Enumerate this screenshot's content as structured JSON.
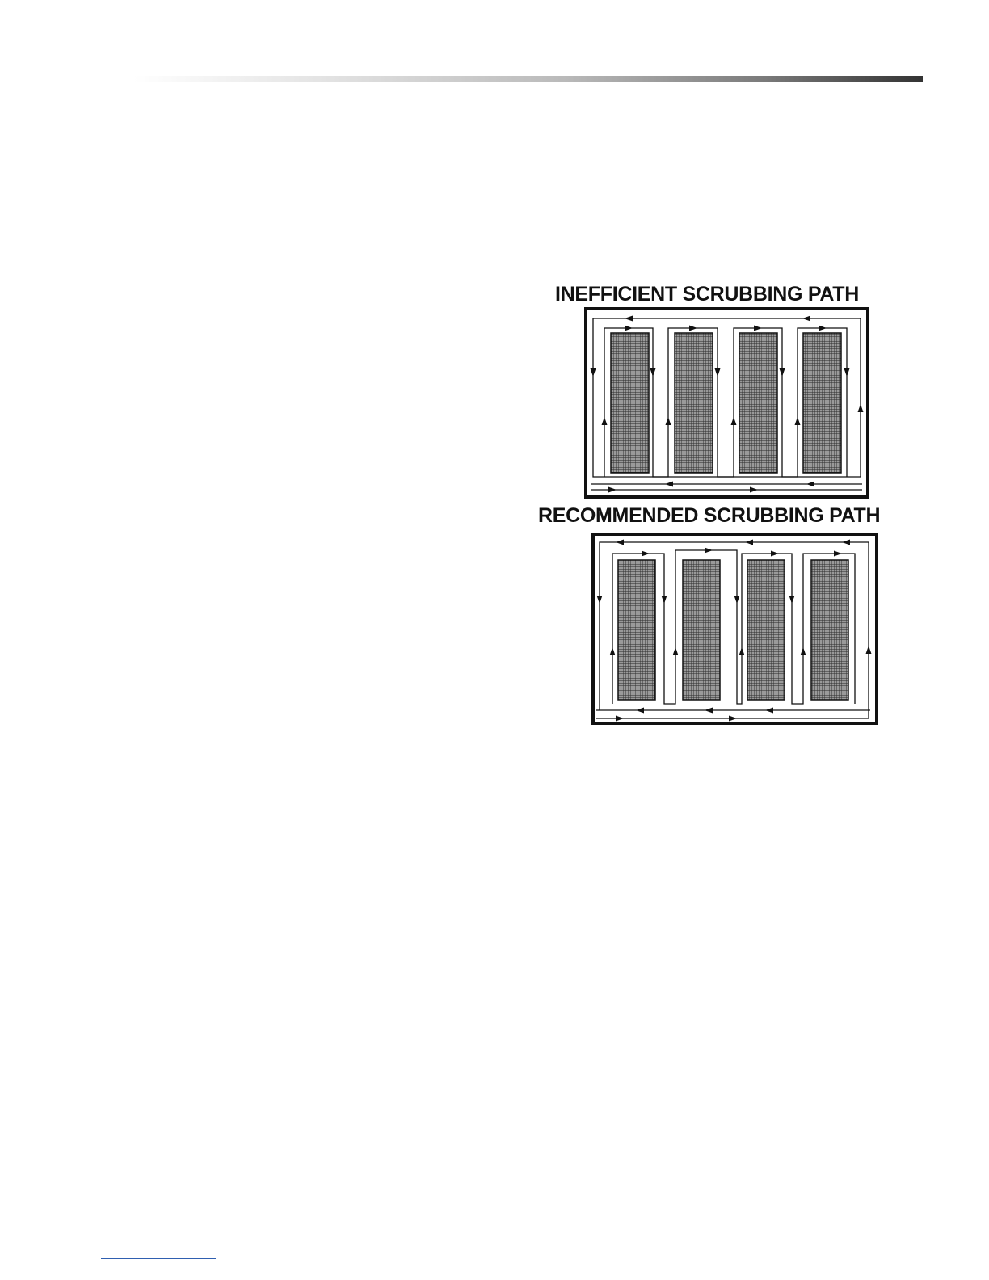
{
  "page": {
    "header_rule_colors": [
      "#ffffff",
      "#333333"
    ],
    "footer_rule_color": "#2f5fb0"
  },
  "diagrams": [
    {
      "id": "inefficient",
      "title": "INEFFICIENT SCRUBBING PATH",
      "panel_count": 4
    },
    {
      "id": "recommended",
      "title": "RECOMMENDED SCRUBBING PATH",
      "panel_count": 4
    }
  ],
  "colors": {
    "line": "#111111",
    "panel_fill": "#9a9a9a",
    "panel_grid": "#2b2b2b"
  }
}
